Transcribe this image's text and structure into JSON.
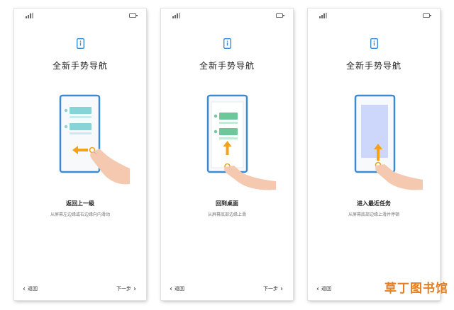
{
  "screens": [
    {
      "title": "全新手势导航",
      "gesture_title": "返回上一级",
      "gesture_desc": "从屏幕左边缘或右边缘向内滑动",
      "back_label": "返回",
      "next_label": "下一步"
    },
    {
      "title": "全新手势导航",
      "gesture_title": "回到桌面",
      "gesture_desc": "从屏幕底部边缘上滑",
      "back_label": "返回",
      "next_label": "下一步"
    },
    {
      "title": "全新手势导航",
      "gesture_title": "进入最近任务",
      "gesture_desc": "从屏幕底部边缘上滑并停顿",
      "back_label": "返回"
    }
  ],
  "watermark": "草丁图书馆",
  "colors": {
    "phone_frame": "#3a8bd4",
    "arrow": "#f3a21a",
    "teal_block": "#86d4d8",
    "green_block": "#6cc79a",
    "recent_card": "#cdd6fb",
    "skin": "#f5c9b0"
  },
  "icons": [
    "info-phone-icon",
    "back-chevron-icon",
    "next-chevron-icon",
    "signal-icon",
    "battery-icon"
  ]
}
